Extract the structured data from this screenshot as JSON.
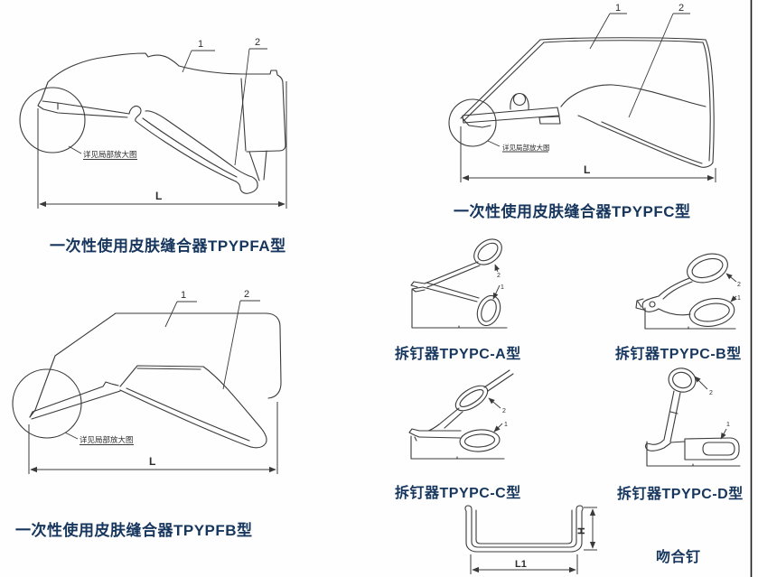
{
  "page": {
    "background": "#fefefe",
    "line_color": "#3a3a3a",
    "caption_color": "#17365d"
  },
  "notes": {
    "detail_callout": "详见局部放大图"
  },
  "markers": {
    "part1": "1",
    "part2": "2",
    "length": "L",
    "staple_width": "L1",
    "staple_height": "H"
  },
  "figures": {
    "tpypfa": {
      "caption": "一次性使用皮肤缝合器TPYPFA型"
    },
    "tpypfc": {
      "caption": "一次性使用皮肤缝合器TPYPFC型"
    },
    "tpypfb": {
      "caption": "一次性使用皮肤缝合器TPYPFB型"
    },
    "tpypc_a": {
      "caption": "拆钉器TPYPC-A型"
    },
    "tpypc_b": {
      "caption": "拆钉器TPYPC-B型"
    },
    "tpypc_c": {
      "caption": "拆钉器TPYPC-C型"
    },
    "tpypc_d": {
      "caption": "拆钉器TPYPC-D型"
    },
    "staple": {
      "caption": "吻合钉"
    }
  }
}
